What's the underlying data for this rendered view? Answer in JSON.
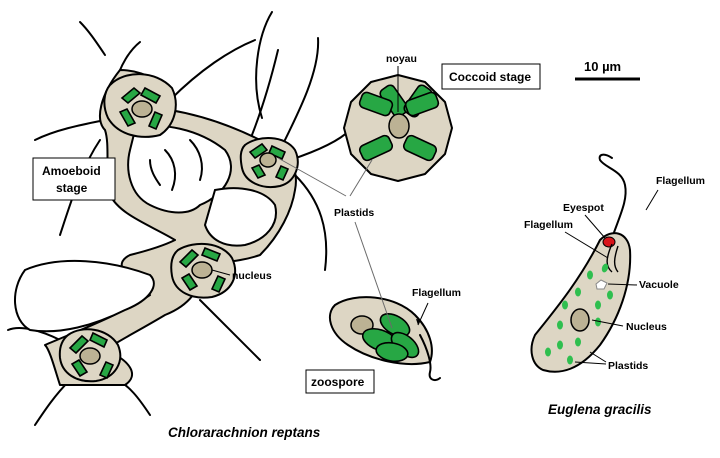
{
  "labels": {
    "noyau": "noyau",
    "coccoid_stage": "Coccoid stage",
    "scale": "10 µm",
    "amoeboid_stage_line1": "Amoeboid",
    "amoeboid_stage_line2": "stage",
    "plastids_center": "Plastids",
    "nucleus_center": "nucleus",
    "flagellum_zoospore": "Flagellum",
    "zoospore": "zoospore",
    "chlorarachnion": "Chlorarachnion reptans",
    "flagellum_top": "Flagellum",
    "eyespot": "Eyespot",
    "flagellum_left": "Flagellum",
    "vacuole": "Vacuole",
    "nucleus_euglena": "Nucleus",
    "plastids_euglena": "Plastids",
    "euglena": "Euglena gracilis"
  },
  "colors": {
    "cytoplasm": "#ddd6c4",
    "plastid": "#27a744",
    "nucleus": "#bcb294",
    "eyespot": "#d8141a"
  }
}
